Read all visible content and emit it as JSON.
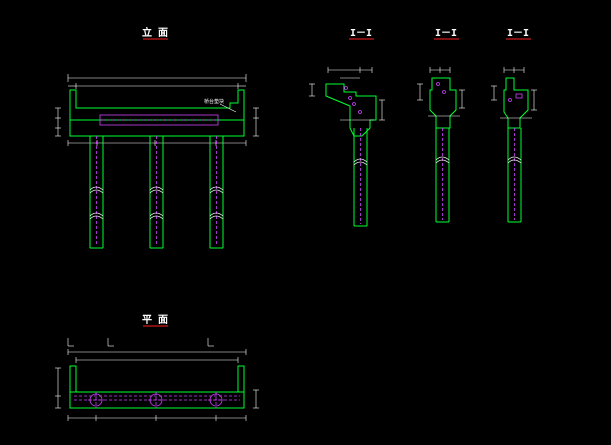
{
  "views": {
    "elevation": {
      "title": "立 面",
      "note": "桥台垫块"
    },
    "section_1": {
      "title": "I－I"
    },
    "section_2": {
      "title": "I－I"
    },
    "section_3": {
      "title": "I－I"
    },
    "plan": {
      "title": "平 面"
    }
  },
  "colors": {
    "background": "#000000",
    "outline": "#00ff30",
    "rebar": "#d040ff",
    "dimension": "#ffffff",
    "underline": "#ff2020"
  }
}
